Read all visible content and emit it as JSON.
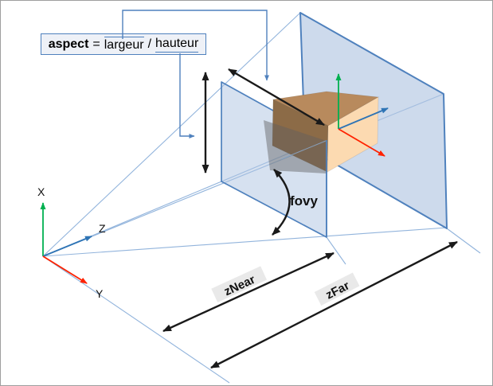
{
  "diagram": {
    "callout": {
      "term": "aspect",
      "equals_sign": "=",
      "numerator": "largeur",
      "slash": "/",
      "denominator": "hauteur"
    },
    "axes": {
      "x": "X",
      "y": "Y",
      "z": "Z"
    },
    "labels": {
      "fovy": "fovy",
      "z_near": "zNear",
      "z_far": "zFar"
    },
    "colors": {
      "plane_stroke": "#4f81bd",
      "plane_fill": "#aec3e1",
      "faint_line": "#92b4dc",
      "axis_x_green": "#00b050",
      "axis_y_red": "#ff2200",
      "axis_z_blue": "#2e74b5",
      "cube_top": "#b88a5d",
      "cube_left": "#8c6b47",
      "cube_right": "#fcdab1",
      "shadow_grey": "#5f5f5f",
      "dimension_black": "#1a1a1a",
      "callout_blue": "#4f81bd",
      "label_bg": "#e7e7e7"
    }
  }
}
